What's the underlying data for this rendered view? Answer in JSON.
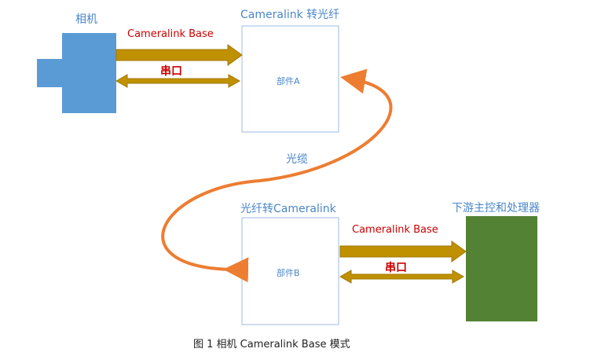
{
  "camera": {
    "label": "相机"
  },
  "converter_top": {
    "title": "Cameralink 转光纤",
    "part": "部件A"
  },
  "converter_bottom": {
    "title": "光纤转Cameralink",
    "part": "部件B"
  },
  "downstream": {
    "title": "下游主控和处理器"
  },
  "links": {
    "top_data": "Cameralink Base",
    "top_serial": "串口",
    "bottom_data": "Cameralink Base",
    "bottom_serial": "串口",
    "fiber": "光缆"
  },
  "caption": "图 1  相机 Cameralink Base 模式",
  "colors": {
    "camera_fill": "#5b9bd5",
    "box_border": "#9dbbe0",
    "downstream_fill": "#548235",
    "arrow_fill": "#bf9000",
    "fiber_stroke": "#ed7d31",
    "title_text": "#4a86c8",
    "link_text": "#cc0000"
  }
}
